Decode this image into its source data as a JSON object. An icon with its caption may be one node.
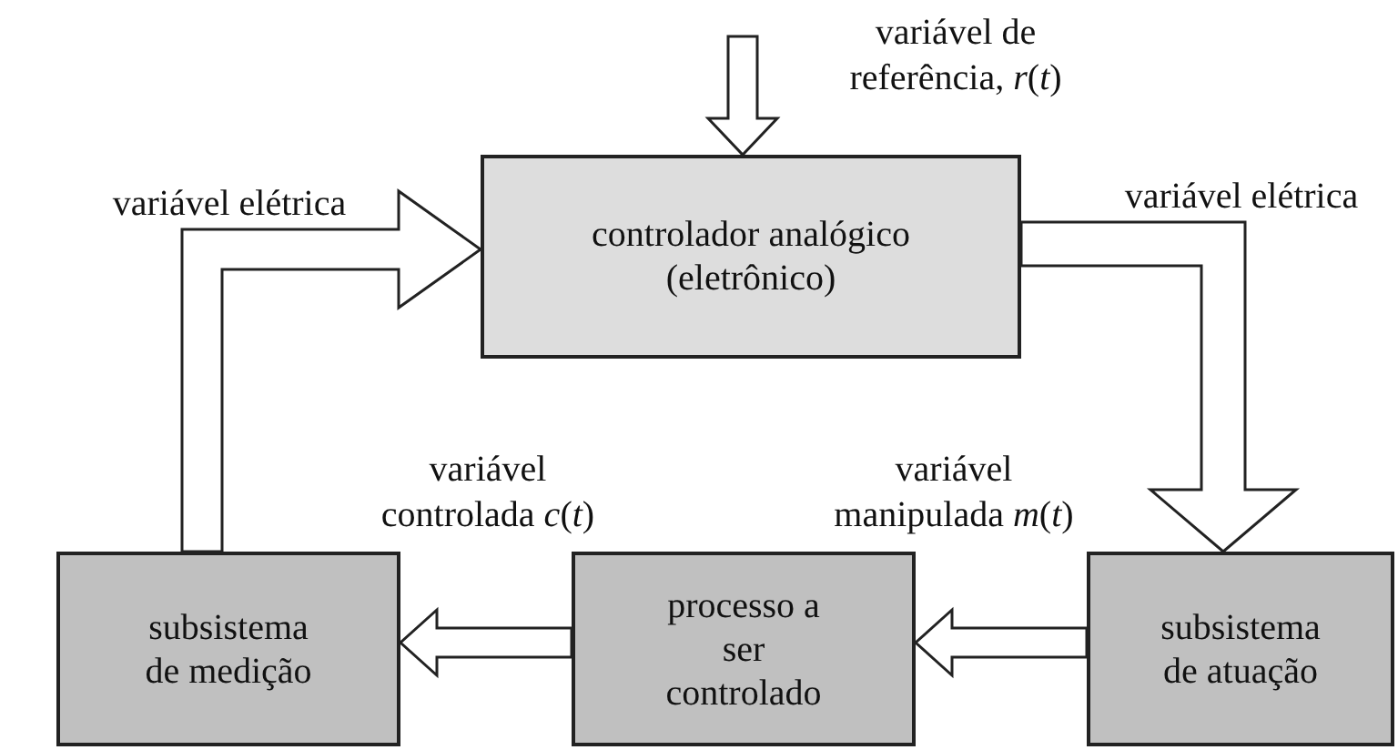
{
  "diagram": {
    "nodes": [
      {
        "text": [
          "controlador analógico (eletrônico)"
        ]
      },
      {
        "text": [
          "subsistema de medição"
        ]
      },
      {
        "text": [
          "processo a ser controlado"
        ]
      },
      {
        "text": [
          "subsistema de atuação"
        ]
      }
    ],
    "edges": [
      {
        "from": null,
        "to": 0,
        "arrow": "to",
        "label": "variável de referência, *r*(*t*)"
      },
      {
        "from": 0,
        "to": 3,
        "arrow": "to",
        "label": "variável elétrica"
      },
      {
        "from": 3,
        "to": 2,
        "arrow": "to",
        "label": "variável manipulada *m*(*t*)"
      },
      {
        "from": 2,
        "to": 1,
        "arrow": "to",
        "label": "variável controlada *c*(*t*)"
      },
      {
        "from": 1,
        "to": 0,
        "arrow": "to",
        "label": "variável elétrica"
      }
    ]
  }
}
